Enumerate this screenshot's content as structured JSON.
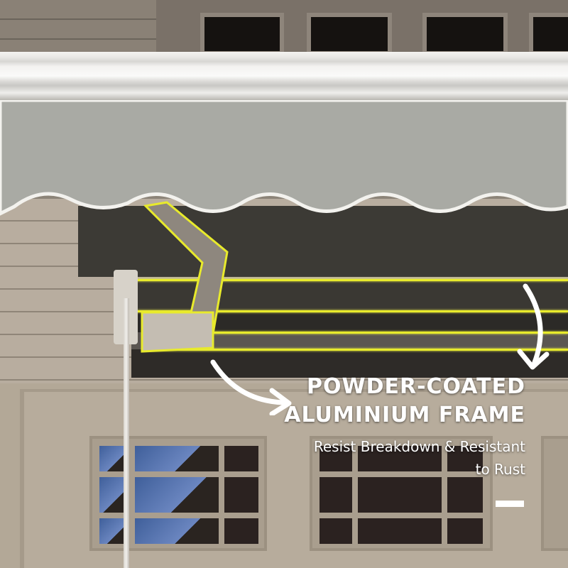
{
  "feature": {
    "heading_line1": "POWDER-COATED",
    "heading_line2": "ALUMINIUM FRAME",
    "subtext_line1": "Resist Breakdown & Resistant",
    "subtext_line2": "to Rust"
  },
  "colors": {
    "highlight_outline": "#e8ea2c",
    "text": "#ffffff",
    "valance_fabric": "#a9aaa4",
    "underside_fabric": "#3c3a35",
    "cassette": "#f4f3f1"
  },
  "icons": {
    "left_arrow": "curved-arrow-right",
    "right_arrow": "curved-arrow-down"
  }
}
